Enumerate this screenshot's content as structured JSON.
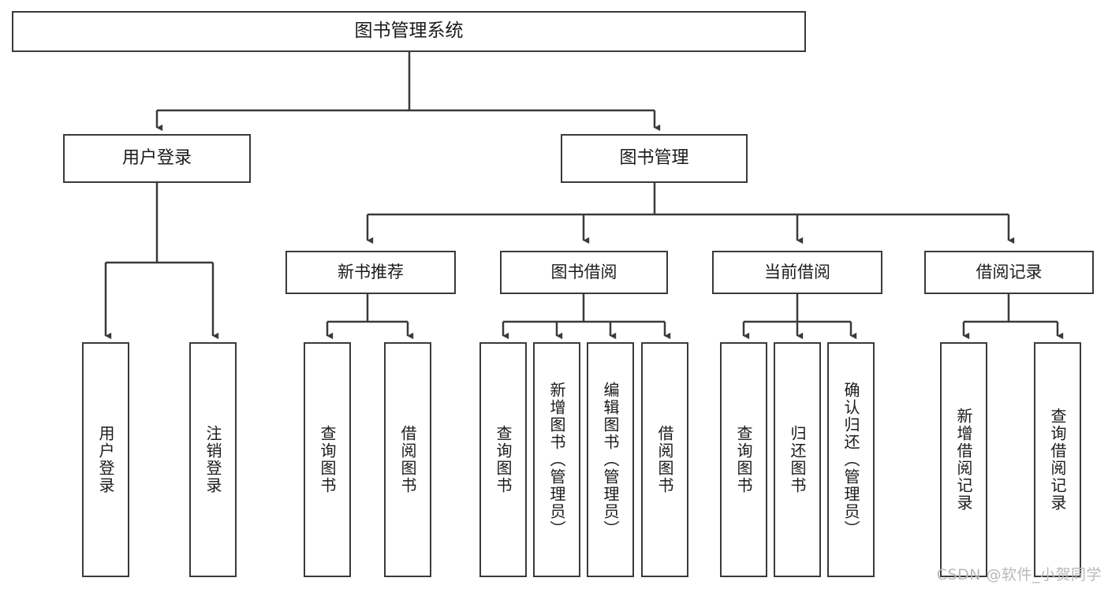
{
  "diagram": {
    "title": "图书管理系统",
    "watermark": "CSDN @软件_小贺同学",
    "colors": {
      "stroke": "#3a3a3a",
      "fill": "#ffffff",
      "text": "#1b1b1b",
      "watermark": "#b9b9b9"
    }
  },
  "nodes": {
    "root": {
      "label": "图书管理系统"
    },
    "level2": [
      {
        "label": "用户登录"
      },
      {
        "label": "图书管理"
      }
    ],
    "level3": [
      {
        "label": "新书推荐"
      },
      {
        "label": "图书借阅"
      },
      {
        "label": "当前借阅"
      },
      {
        "label": "借阅记录"
      }
    ],
    "leaves": [
      {
        "label": "用户登录",
        "parent": "用户登录"
      },
      {
        "label": "注销登录",
        "parent": "用户登录"
      },
      {
        "label": "查询图书",
        "parent": "新书推荐"
      },
      {
        "label": "借阅图书",
        "parent": "新书推荐"
      },
      {
        "label": "查询图书",
        "parent": "图书借阅"
      },
      {
        "label": "新增图书（管理员）",
        "parent": "图书借阅"
      },
      {
        "label": "编辑图书（管理员）",
        "parent": "图书借阅"
      },
      {
        "label": "借阅图书",
        "parent": "图书借阅"
      },
      {
        "label": "查询图书",
        "parent": "当前借阅"
      },
      {
        "label": "归还图书",
        "parent": "当前借阅"
      },
      {
        "label": "确认归还（管理员）",
        "parent": "当前借阅"
      },
      {
        "label": "新增借阅记录",
        "parent": "借阅记录"
      },
      {
        "label": "查询借阅记录",
        "parent": "借阅记录"
      }
    ]
  }
}
